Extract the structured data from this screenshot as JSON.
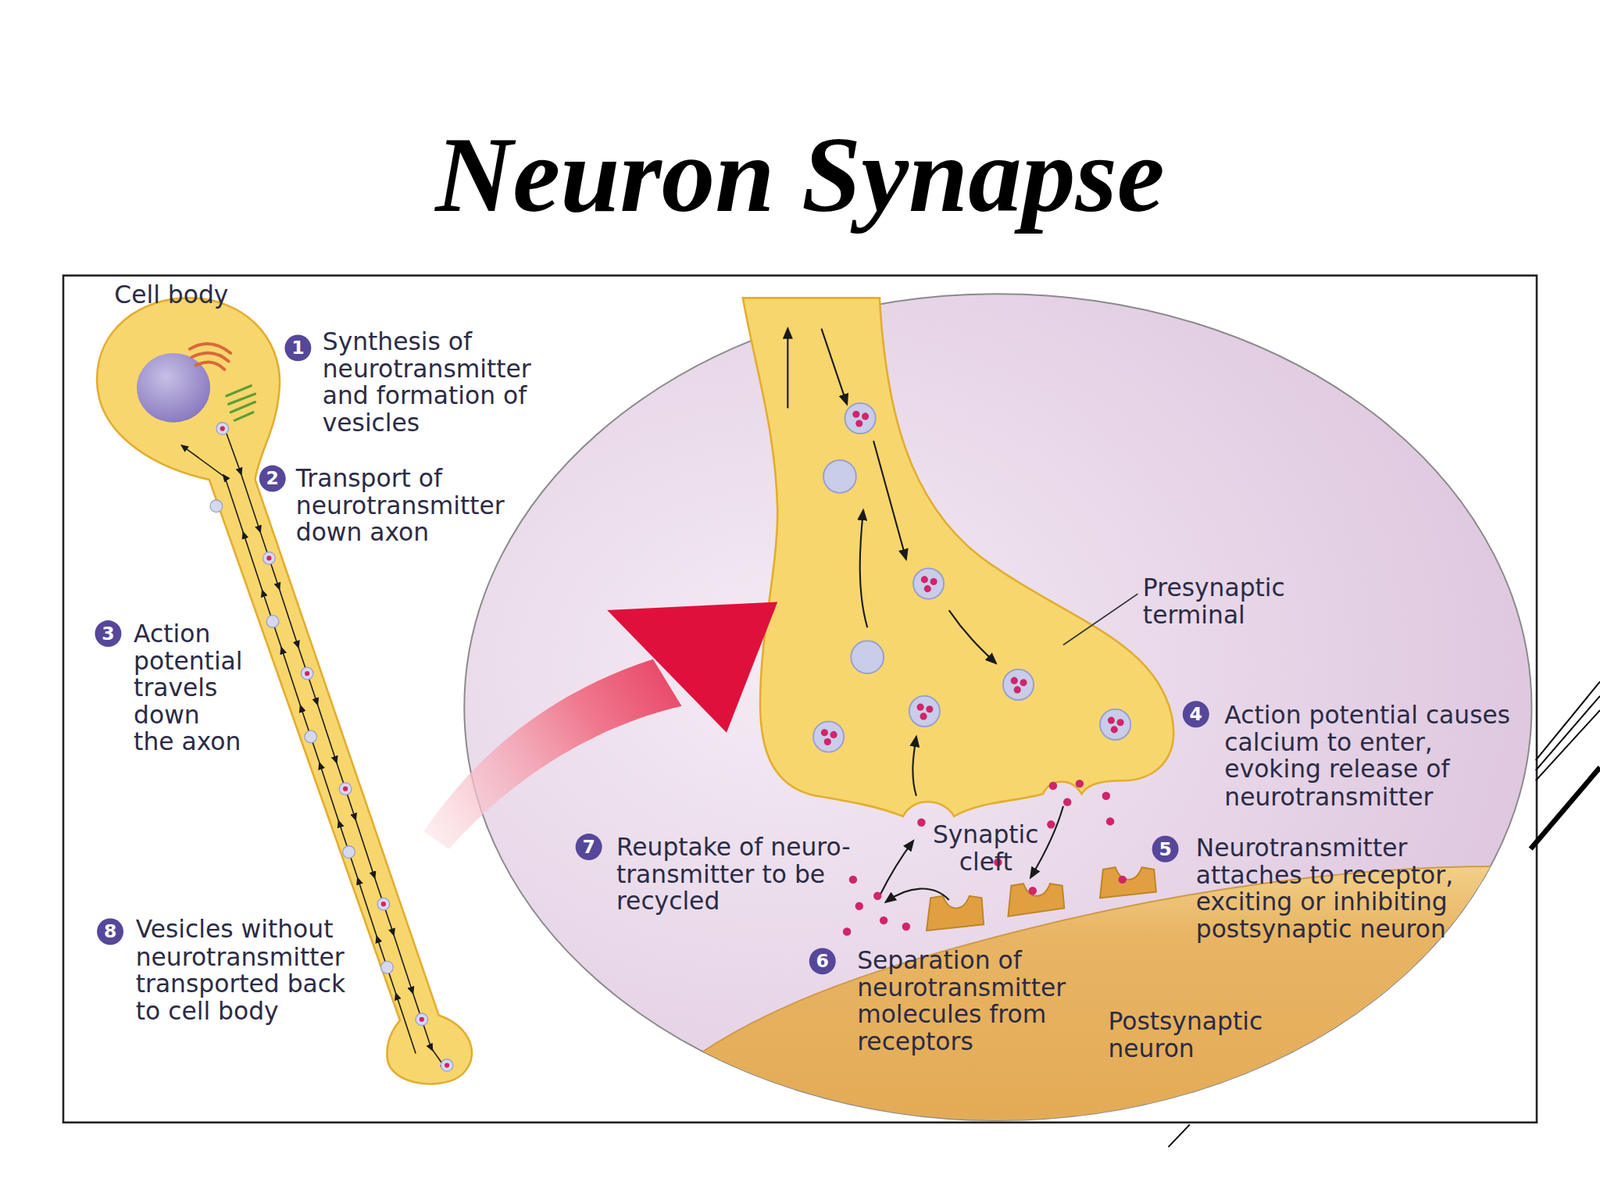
{
  "diagram": {
    "title": "Neuron Synapse",
    "labels": [
      "Cell body",
      "1",
      "Synthesis of neurotransmitter and formation of vesicles",
      "2",
      "Transport of neurotransmitter down axon",
      "3",
      "Action potential travels down the axon",
      "8",
      "Vesicles without neurotransmitter transported back to cell body",
      "Presynaptic terminal",
      "4",
      "Action potential causes calcium to enter, evoking release of neurotransmitter",
      "Synaptic cleft",
      "7",
      "Reuptake of neuro- transmitter to be recycled",
      "5",
      "Neurotransmitter attaches to receptor, exciting or inhibiting postsynaptic neuron",
      "6",
      "Separation of neurotransmitter molecules from receptors",
      "Postsynaptic neuron"
    ]
  }
}
